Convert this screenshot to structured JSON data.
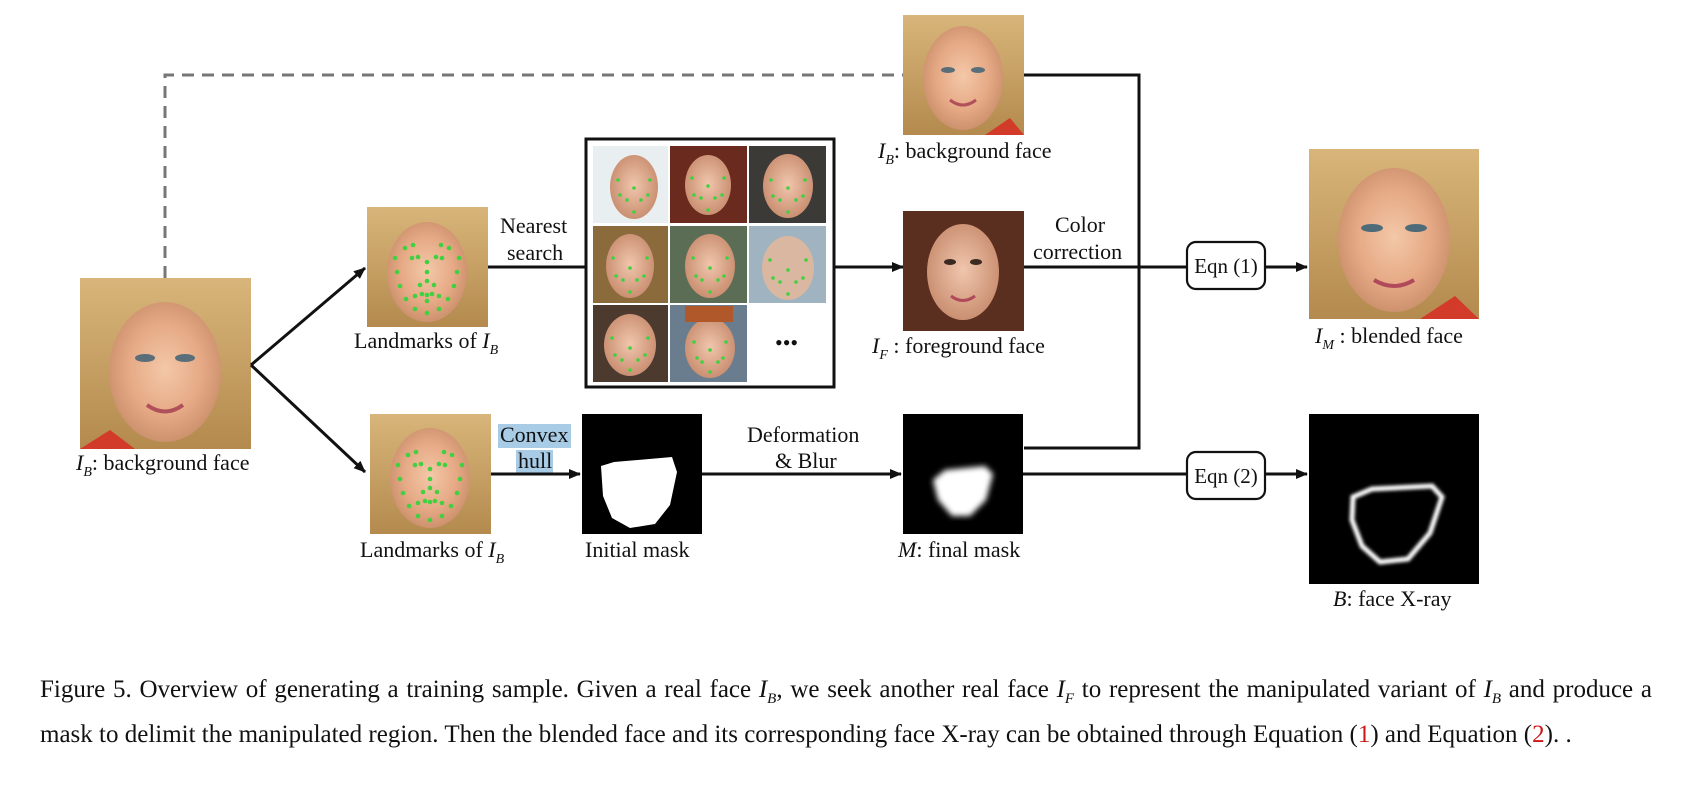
{
  "labels": {
    "input_face": "I",
    "input_face_sub": "B",
    "input_face_text": ": background face",
    "landmarks_top": "Landmarks of ",
    "landmarks_top_var": "I",
    "landmarks_top_sub": "B",
    "landmarks_bottom": "Landmarks of ",
    "landmarks_bottom_var": "I",
    "landmarks_bottom_sub": "B",
    "nearest_line1": "Nearest",
    "nearest_line2": "search",
    "ellipsis": "•••",
    "bg_face_var": "I",
    "bg_face_sub": "B",
    "bg_face_text": ": background face",
    "fg_face_var": "I",
    "fg_face_sub": "F",
    "fg_face_text": " : foreground face",
    "color_line1": "Color",
    "color_line2": "correction",
    "convex_line1": "Convex",
    "convex_line2": "hull",
    "initial_mask": "Initial mask",
    "deform_line1": "Deformation",
    "deform_line2": "& Blur",
    "final_mask_var": "M",
    "final_mask_text": ": final mask",
    "eqn1": "Eqn (1)",
    "eqn2": "Eqn (2)",
    "blended_var": "I",
    "blended_sub": "M",
    "blended_text": " : blended face",
    "xray_var": "B",
    "xray_text": ": face X-ray"
  },
  "caption": {
    "part1": "Figure 5. Overview of generating a training sample. Given a real face ",
    "v1": "I",
    "v1_sub": "B",
    "part2": ", we seek another real face ",
    "v2": "I",
    "v2_sub": "F",
    "part3": " to represent the manipulated variant of ",
    "v3": "I",
    "v3_sub": "B",
    "part4": " and produce a mask to delimit the manipulated region.  Then the blended face and its corresponding face X-ray can be obtained through Equation (",
    "ref1": "1",
    "part5": ") and Equation (",
    "ref2": "2",
    "part6": "). ."
  }
}
